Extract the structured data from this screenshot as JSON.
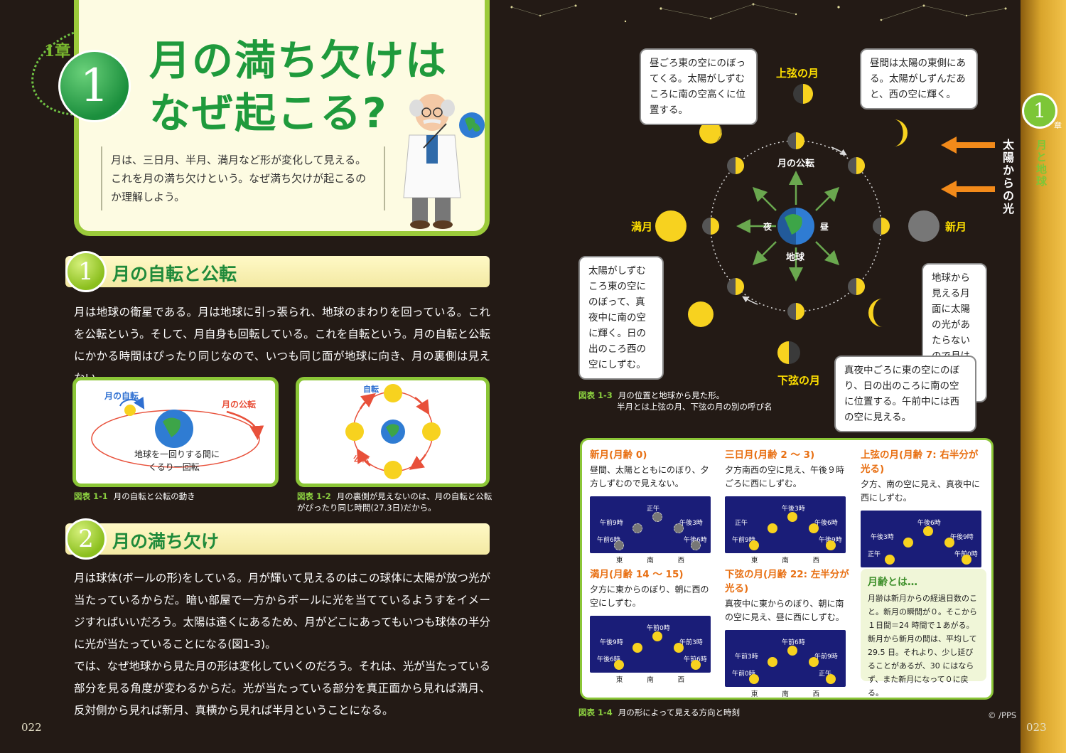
{
  "left": {
    "chapter_label": "1章",
    "title_number": "1",
    "title_line1": "月の満ち欠けは",
    "title_line2": "なぜ起こる?",
    "intro": "月は、三日月、半月、満月など形が変化して見える。これを月の満ち欠けという。なぜ満ち欠けが起こるのか理解しよう。",
    "section1": {
      "number": "1",
      "title": "月の自転と公転"
    },
    "section1_text": "月は地球の衛星である。月は地球に引っ張られ、地球のまわりを回っている。これを公転という。そして、月自身も回転している。これを自転という。月の自転と公転にかかる時間はぴったり同じなので、いつも同じ面が地球に向き、月の裏側は見えない。",
    "fig1": {
      "label_rotation": "月の自転",
      "label_revolution": "月の公転",
      "caption_line1": "地球を一回りする間に",
      "caption_line2": "くるり一回転"
    },
    "fig2": {
      "label_rotation": "自転",
      "label_revolution": "公転"
    },
    "cap1": {
      "num": "図表 1-1",
      "text": "月の自転と公転の動き"
    },
    "cap2": {
      "num": "図表 1-2",
      "text": "月の裏側が見えないのは、月の自転と公転がぴったり同じ時間(27.3日)だから。"
    },
    "section2": {
      "number": "2",
      "title": "月の満ち欠け"
    },
    "section2_text1": "月は球体(ボールの形)をしている。月が輝いて見えるのはこの球体に太陽が放つ光が当たっているからだ。暗い部屋で一方からボールに光を当てているようすをイメージすればいいだろう。太陽は遠くにあるため、月がどこにあってもいつも球体の半分に光が当たっていることになる(図1-3)。",
    "section2_text2": "では、なぜ地球から見た月の形は変化していくのだろう。それは、光が当たっている部分を見る角度が変わるからだ。光が当たっている部分を真正面から見れば満月、反対側から見れば新月、真横から見れば半月ということになる。",
    "page_number": "022"
  },
  "right": {
    "chapter_number": "1",
    "chapter_label": "章",
    "vertical_title": "月と地球",
    "sun_light": "太陽からの光",
    "labels": {
      "first_quarter": "上弦の月",
      "full": "満月",
      "new": "新月",
      "last_quarter": "下弦の月",
      "orbit": "月の公転",
      "earth": "地球",
      "night": "夜",
      "day": "昼"
    },
    "bubbles": {
      "first_quarter": "昼ごろ東の空にのぼってくる。太陽がしずむころに南の空高くに位置する。",
      "crescent": "昼間は太陽の東側にある。太陽がしずんだあと、西の空に輝く。",
      "full": "太陽がしずむころ東の空にのぼって、真夜中に南の空に輝く。日の出のころ西の空にしずむ。",
      "new": "地球から見える月面に太陽の光があたらないので月は見えない。",
      "last_quarter": "真夜中ごろに東の空にのぼり、日の出のころに南の空に位置する。午前中には西の空に見える。"
    },
    "cap3": {
      "num": "図表 1-3",
      "line1": "月の位置と地球から見た形。",
      "line2": "半月とは上弦の月、下弦の月の別の呼び名"
    },
    "phases": [
      {
        "title": "新月(月齢 0)",
        "text": "昼間、太陽とともにのぼり、夕方しずむので見えない。",
        "times": [
          "正午",
          "午前9時",
          "午後3時",
          "午前6時",
          "午後6時"
        ]
      },
      {
        "title": "三日月(月齢 2 〜 3)",
        "text": "夕方南西の空に見え、午後９時ごろに西にしずむ。",
        "times": [
          "午後3時",
          "正午",
          "午後6時",
          "午前9時",
          "午後9時"
        ]
      },
      {
        "title": "上弦の月(月齢 7: 右半分が光る)",
        "text": "夕方、南の空に見え、真夜中に西にしずむ。",
        "times": [
          "午後6時",
          "午後3時",
          "午後9時",
          "正午",
          "午前0時"
        ]
      },
      {
        "title": "満月(月齢 14 〜 15)",
        "text": "夕方に東からのぼり、朝に西の空にしずむ。",
        "times": [
          "午前0時",
          "午後9時",
          "午前3時",
          "午後6時",
          "午前6時"
        ]
      },
      {
        "title": "下弦の月(月齢 22: 左半分が光る)",
        "text": "真夜中に東からのぼり、朝に南の空に見え、昼に西にしずむ。",
        "times": [
          "午前6時",
          "午前3時",
          "午前9時",
          "午前0時",
          "正午"
        ]
      }
    ],
    "directions": [
      "東",
      "南",
      "西"
    ],
    "age_box": {
      "title": "月齢とは…",
      "text": "月齢は新月からの経過日数のこと。新月の瞬間が０。そこから１日間＝24 時間で１あがる。新月から新月の間は、平均して 29.5 日。それより、少し延びることがあるが、30 にはならず、また新月になって０に戻る。"
    },
    "cap4": {
      "num": "図表 1-4",
      "text": "月の形によって見える方向と時刻"
    },
    "credit": "© /PPS",
    "page_number": "023"
  },
  "colors": {
    "page_bg": "#231a15",
    "title_green": "#1f9a3c",
    "accent_green": "#8bc637",
    "moon_yellow": "#ffe000",
    "phase_orange": "#e86f12",
    "sky_blue": "#1a1d78",
    "arrow_orange": "#f28a1a"
  }
}
